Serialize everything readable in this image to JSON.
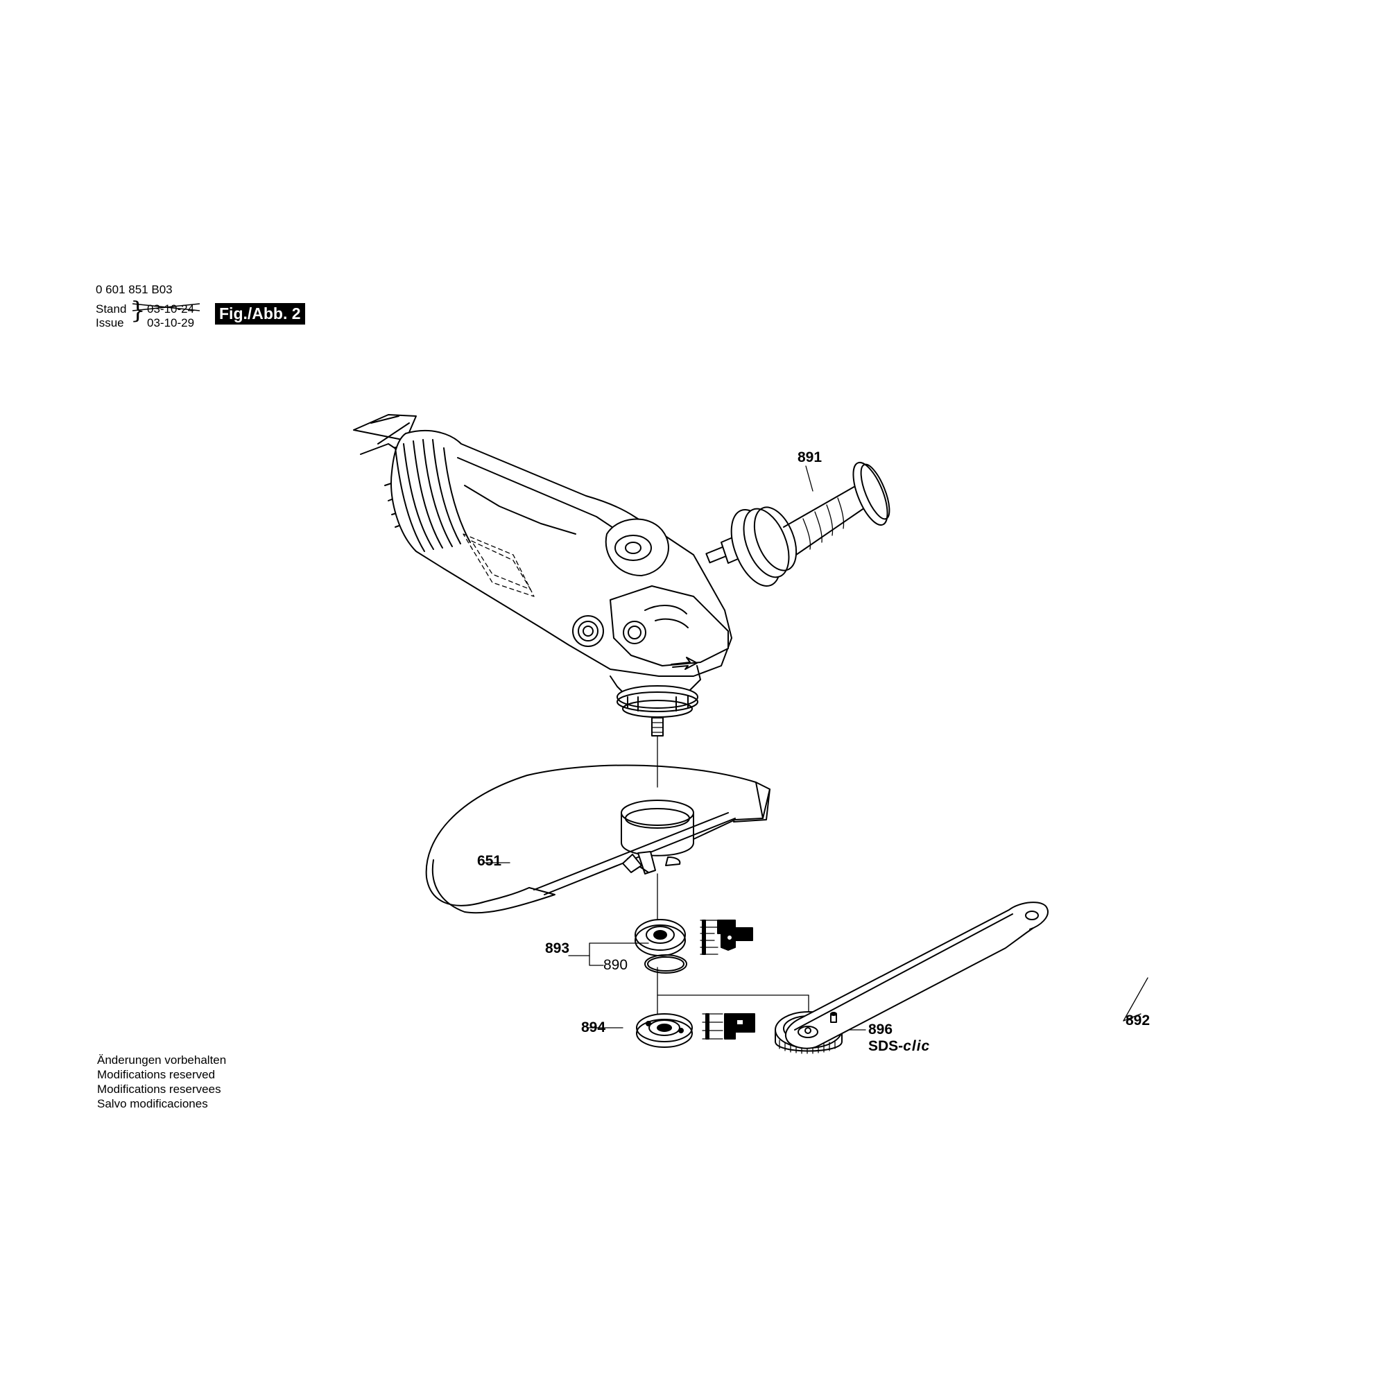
{
  "header": {
    "part_number": "0 601 851 B03",
    "stand_label": "Stand",
    "issue_label": "Issue",
    "stand_date": "03-10-24",
    "issue_date": "03-10-29",
    "figure_label": "Fig./Abb. 2"
  },
  "callouts": {
    "p891": "891",
    "p651": "651",
    "p893": "893",
    "p890": "890",
    "p894": "894",
    "p896": "896",
    "p896_sub_prefix": "SDS-",
    "p896_sub_suffix": "clic",
    "p892": "892"
  },
  "notes": [
    "Änderungen vorbehalten",
    "Modifications reserved",
    "Modifications reservees",
    "Salvo modificaciones"
  ],
  "parts": [
    {
      "number": "891",
      "name": "auxiliary-handle-icon"
    },
    {
      "number": "651",
      "name": "protective-guard-icon"
    },
    {
      "number": "893",
      "name": "mounting-flange-icon"
    },
    {
      "number": "890",
      "name": "o-ring-icon"
    },
    {
      "number": "894",
      "name": "clamping-nut-icon"
    },
    {
      "number": "896",
      "name": "quick-clamping-nut-icon"
    },
    {
      "number": "892",
      "name": "spanner-icon"
    }
  ]
}
